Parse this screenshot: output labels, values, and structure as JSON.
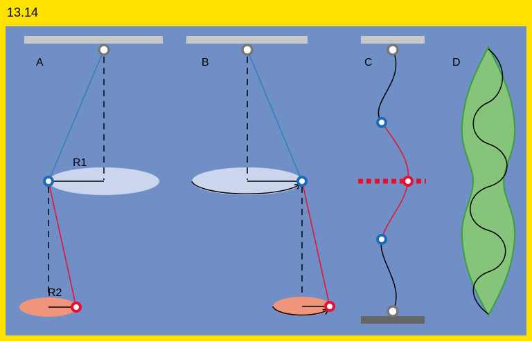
{
  "figure_number": "13.14",
  "panels": {
    "a": {
      "label": "A",
      "r1_label": "R1",
      "r2_label": "R2"
    },
    "b": {
      "label": "B"
    },
    "c": {
      "label": "C"
    },
    "d": {
      "label": "D"
    }
  },
  "colors": {
    "frame": "#ffe100",
    "background": "#6f8fc6",
    "ceiling_bar": "#c8c8c8",
    "floor_bar": "#666666",
    "upper_rod": "#2e7fc0",
    "lower_rod": "#e8102a",
    "upper_orbit": "#ccd5ee",
    "lower_orbit": "#f0957c",
    "standing_wave_fill": "#86c47c",
    "standing_wave_outline": "#3aa03a",
    "node_marker": "#e8102a",
    "joint_blue": "#1a6db5"
  }
}
